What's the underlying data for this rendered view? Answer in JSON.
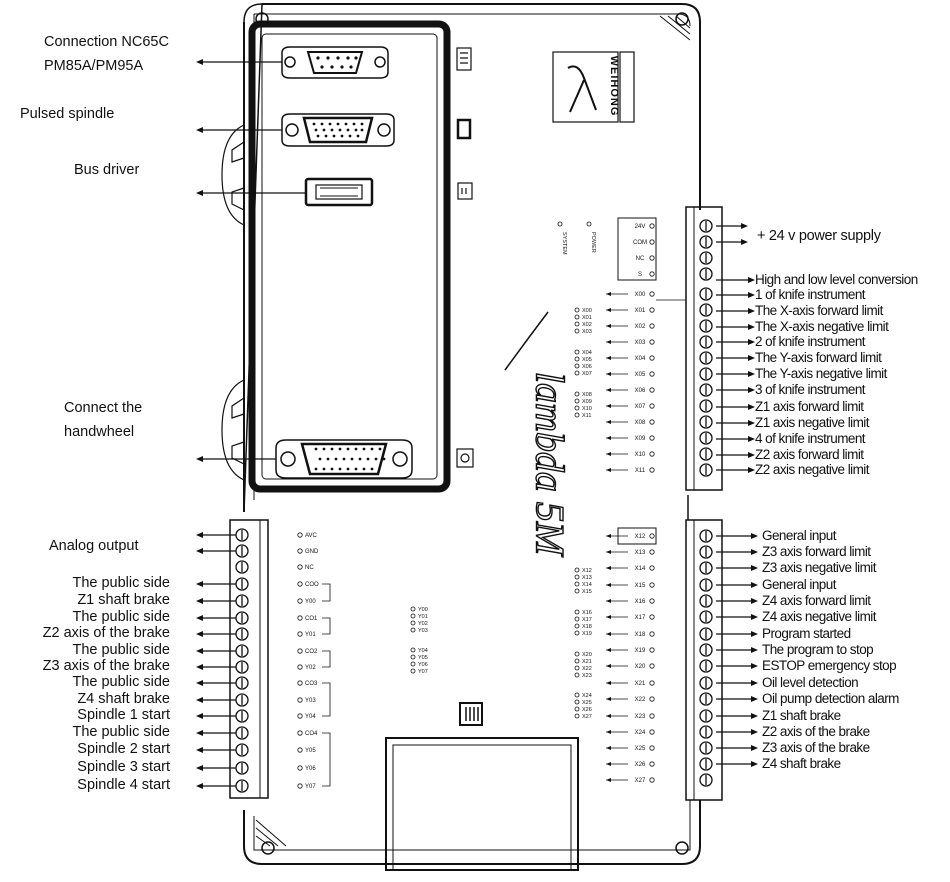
{
  "left_labels": {
    "connection_line1": "Connection NC65C",
    "connection_line2": "PM85A/PM95A",
    "pulsed_spindle": "Pulsed spindle",
    "bus_driver": "Bus driver",
    "handwheel_line1": "Connect the",
    "handwheel_line2": "handwheel",
    "analog_output": "Analog output"
  },
  "left_outputs": [
    "The public side",
    "Z1 shaft brake",
    "The public side",
    "Z2 axis of the brake",
    "The public side",
    "Z3 axis of the brake",
    "The public side",
    "Z4 shaft brake",
    "Spindle 1 start",
    "The public side",
    "Spindle 2 start",
    "Spindle 3 start",
    "Spindle 4 start"
  ],
  "right_upper": [
    "+ 24 v power supply",
    "High and low level conversion",
    "1 of knife instrument",
    "The X-axis forward limit",
    "The X-axis negative limit",
    "2 of knife instrument",
    "The Y-axis forward limit",
    "The Y-axis negative limit",
    "3 of knife instrument",
    "Z1 axis forward limit",
    "Z1 axis negative limit",
    "4 of knife instrument",
    "Z2 axis forward limit",
    "Z2 axis negative limit"
  ],
  "right_lower": [
    "General input",
    "Z3 axis forward limit",
    "Z3 axis negative limit",
    "General input",
    "Z4 axis forward limit",
    "Z4 axis negative limit",
    "Program started",
    "The program to stop",
    "ESTOP emergency stop",
    "Oil level detection",
    "Oil pump detection alarm",
    "Z1 shaft brake",
    "Z2 axis of the brake",
    "Z3 axis of the brake",
    "Z4 shaft brake"
  ],
  "board": {
    "brand": "WEIHONG",
    "model": "lambda 5M",
    "status_leds": [
      "SYSTEM",
      "POWER"
    ],
    "upper_terminal_pins": [
      "24V",
      "COM",
      "NC",
      "S",
      "X00",
      "X01",
      "X02",
      "X03",
      "X04",
      "X05",
      "X06",
      "X07",
      "X08",
      "X09",
      "X10",
      "X11"
    ],
    "lower_terminal_pins": [
      "X12",
      "X13",
      "X14",
      "X15",
      "X16",
      "X17",
      "X18",
      "X19",
      "X20",
      "X21",
      "X22",
      "X23",
      "X24",
      "X25",
      "X26",
      "X27"
    ],
    "left_terminal_pins": [
      "AVC",
      "GND",
      "NC",
      "COO",
      "Y00",
      "CO1",
      "Y01",
      "CO2",
      "Y02",
      "CO3",
      "Y03",
      "Y04",
      "CO4",
      "Y05",
      "Y06",
      "Y07"
    ],
    "input_leds": [
      "X00",
      "X01",
      "X02",
      "X03",
      "X04",
      "X05",
      "X06",
      "X07",
      "X08",
      "X09",
      "X10",
      "X11",
      "X12",
      "X13",
      "X14",
      "X15",
      "X16",
      "X17",
      "X18",
      "X19",
      "X20",
      "X21",
      "X22",
      "X23",
      "X24",
      "X25",
      "X26",
      "X27"
    ],
    "output_leds": [
      "Y00",
      "Y01",
      "Y02",
      "Y03",
      "Y04",
      "Y05",
      "Y06",
      "Y07"
    ]
  }
}
